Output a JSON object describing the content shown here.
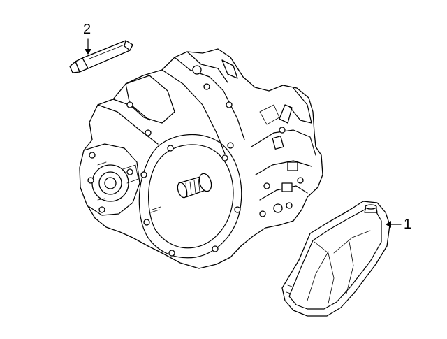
{
  "callouts": [
    {
      "number": "2",
      "part": "sealant-tube"
    },
    {
      "number": "1",
      "part": "transmission-oil-pan"
    }
  ],
  "colors": {
    "line": "#000000",
    "background": "#ffffff"
  }
}
